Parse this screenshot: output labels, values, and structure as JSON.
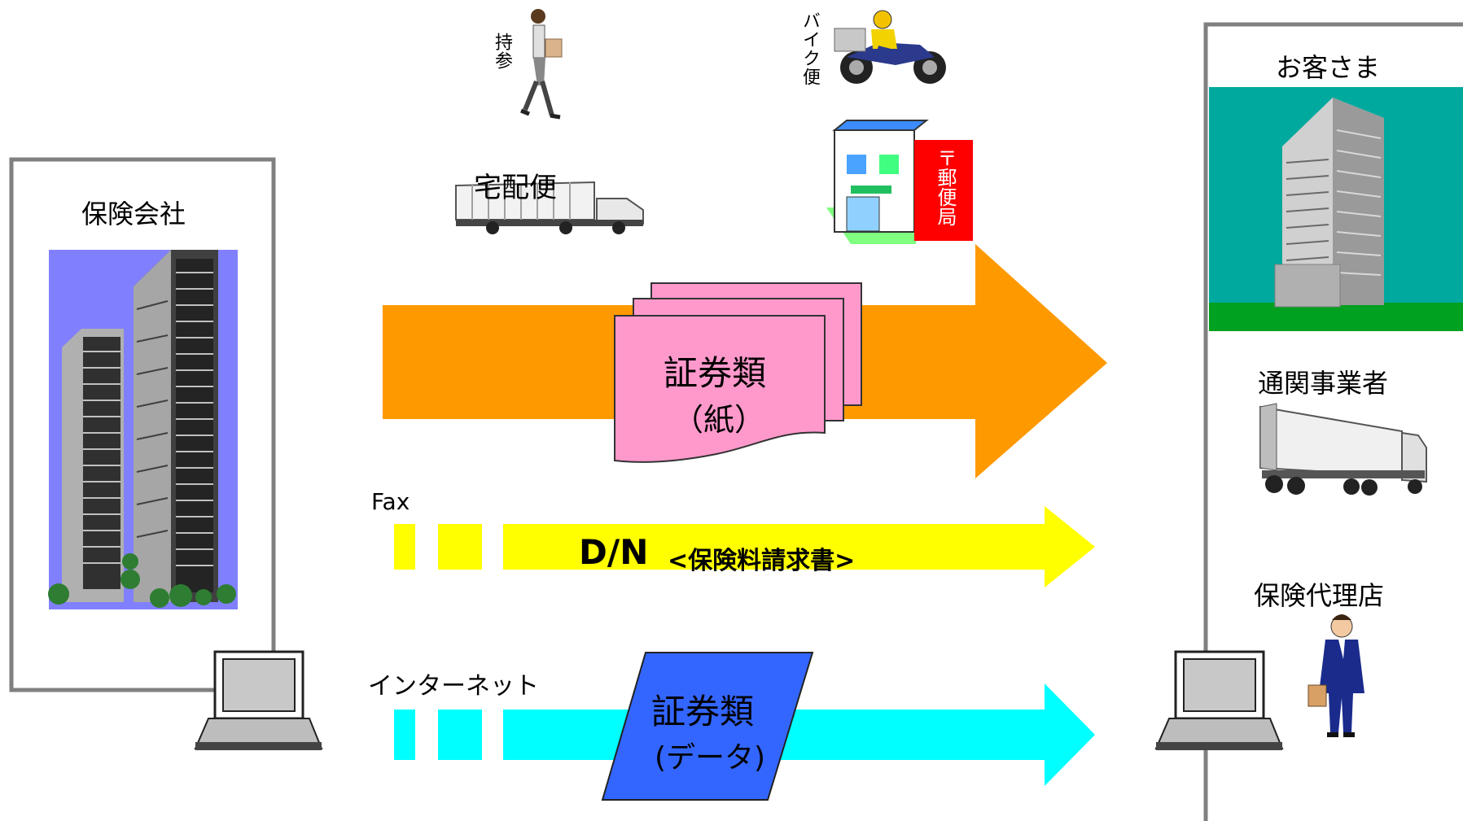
{
  "left_panel": {
    "title": "保険会社"
  },
  "right_panel": {
    "title": "お客さま",
    "parties": [
      "通関事業者",
      "保険代理店"
    ]
  },
  "transport": {
    "hand_delivery": "持参",
    "motorbike": "バイク便",
    "courier": "宅配便",
    "post_office": "〒郵便局"
  },
  "flows": {
    "paper": {
      "line1": "証券類",
      "line2": "（紙）"
    },
    "fax": {
      "label": "Fax",
      "main": "D/N",
      "sub": "<保険料請求書>"
    },
    "internet": {
      "label": "インターネット",
      "line1": "証券類",
      "line2": "(データ)"
    }
  },
  "colors": {
    "paper_arrow": "#ff9900",
    "fax_arrow": "#ffff00",
    "internet_arrow": "#00ffff",
    "paper_document": "#ff99cc",
    "data_document": "#3366ff",
    "post_office_red": "#ff0000",
    "customer_sky": "#00a99d",
    "company_sky": "#8080ff",
    "ground_green": "#00a020"
  }
}
